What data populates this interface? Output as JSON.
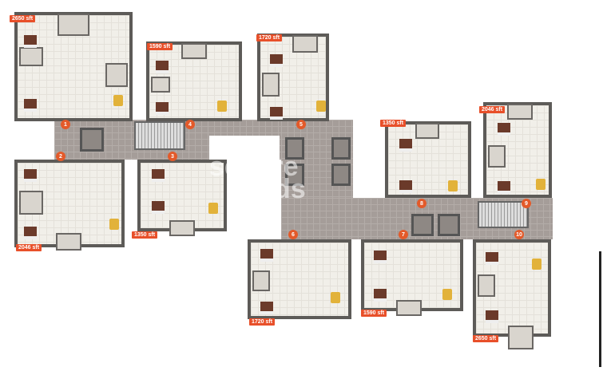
{
  "units": [
    {
      "number": "1",
      "area": "2650 sft"
    },
    {
      "number": "2",
      "area": "2046 sft"
    },
    {
      "number": "3",
      "area": "1350 sft"
    },
    {
      "number": "4",
      "area": "1590 sft"
    },
    {
      "number": "5",
      "area": "1720 sft"
    },
    {
      "number": "6",
      "area": "1720 sft"
    },
    {
      "number": "7",
      "area": "1590 sft"
    },
    {
      "number": "8",
      "area": "1350 sft"
    },
    {
      "number": "9",
      "area": "2046 sft"
    },
    {
      "number": "10",
      "area": "2650 sft"
    }
  ],
  "watermark": {
    "line1": "square",
    "line2": "yards"
  },
  "colors": {
    "label": "#e8502a",
    "corridor": "#a59d99",
    "wall": "#5d5b58",
    "floor": "#f1efe9"
  }
}
